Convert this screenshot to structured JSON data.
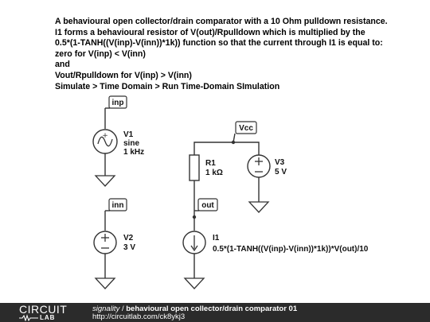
{
  "description": [
    "A behavioural open collector/drain comparator with a 10 Ohm pulldown resistance.",
    "I1 forms a behavioural resistor of V(out)/Rpulldown which is multiplied by the",
    "0.5*(1-TANH((V(inp)-V(inn))*1k)) function so that the current through I1 is equal to:",
    "zero for V(inp) < V(inn)",
    "and",
    "Vout/Rpulldown for V(inp) > V(inn)",
    "Simulate > Time Domain > Run Time-Domain SImulation"
  ],
  "nets": {
    "inp": "inp",
    "inn": "inn",
    "vcc": "Vcc",
    "out": "out"
  },
  "components": {
    "v1": {
      "name": "V1",
      "type": "sine",
      "value": "1 kHz"
    },
    "v2": {
      "name": "V2",
      "value": "3 V"
    },
    "v3": {
      "name": "V3",
      "value": "5 V"
    },
    "r1": {
      "name": "R1",
      "value": "1 kΩ"
    },
    "i1": {
      "name": "I1",
      "value": "0.5*(1-TANH((V(inp)-V(inn))*1k))*V(out)/10"
    }
  },
  "footer": {
    "logo_top": "CIRCUIT",
    "logo_bottom": "LAB",
    "user": "signality",
    "separator": " / ",
    "title": "behavioural open collector/drain comparator 01",
    "url": "http://circuitlab.com/ck8ykj3"
  }
}
